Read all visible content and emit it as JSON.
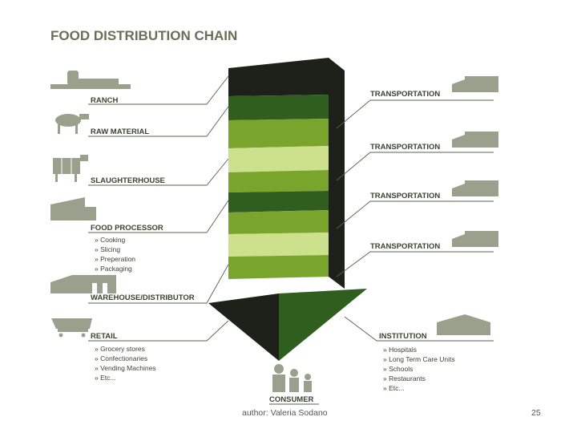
{
  "title": "FOOD DISTRIBUTION CHAIN",
  "left_stages": [
    {
      "label": "RANCH",
      "icon": "ranch-icon"
    },
    {
      "label": "RAW MATERIAL",
      "icon": "cow-icon"
    },
    {
      "label": "SLAUGHTERHOUSE",
      "icon": "butcher-cow-icon"
    },
    {
      "label": "FOOD PROCESSOR",
      "icon": "factory-icon",
      "bullets": [
        "» Cooking",
        "» Slicing",
        "» Preperation",
        "» Packaging"
      ]
    },
    {
      "label": "WAREHOUSE/DISTRIBUTOR",
      "icon": "warehouse-icon"
    },
    {
      "label": "RETAIL",
      "icon": "shopping-cart-icon",
      "bullets": [
        "» Grocery stores",
        "» Confectionaries",
        "» Vending Machines",
        "» Etc..."
      ]
    }
  ],
  "right_stages": [
    {
      "label": "TRANSPORTATION",
      "icon": "truck-icon"
    },
    {
      "label": "TRANSPORTATION",
      "icon": "truck-icon"
    },
    {
      "label": "TRANSPORTATION",
      "icon": "truck-icon"
    },
    {
      "label": "TRANSPORTATION",
      "icon": "truck-icon"
    },
    {
      "label": "INSTITUTION",
      "icon": "institution-building-icon",
      "bullets": [
        "» Hospitals",
        "» Long Term Care Units",
        "» Schools",
        "» Restaurants",
        "» Etc..."
      ]
    }
  ],
  "consumer": {
    "label": "CONSUMER",
    "icon": "family-icon"
  },
  "footer": {
    "author": "author: Valeria Sodano",
    "page_number": "25"
  },
  "colors": {
    "black_band": "#1e201a",
    "dark_green": "#2f5e1f",
    "mid_green": "#7aa52c",
    "light_green": "#cde08c",
    "icon_gray": "#9aa08c",
    "title_gray": "#6b6f57"
  }
}
